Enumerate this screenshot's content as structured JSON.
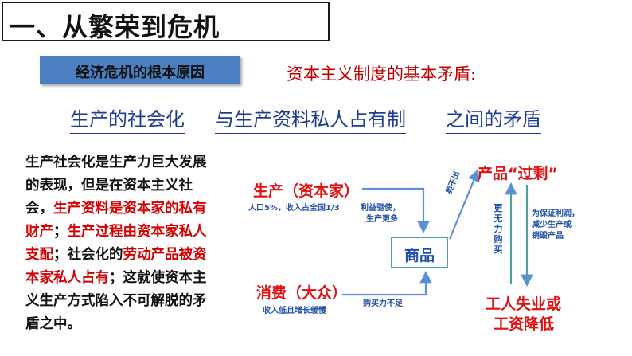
{
  "header": {
    "title": "一、从繁荣到危机"
  },
  "section_label": "经济危机的根本原因",
  "subtitle": "资本主义制度的基本矛盾:",
  "contradiction": {
    "part1": "生产的社会化",
    "part2": "与生产资料私人占有制",
    "part3": "之间的矛盾"
  },
  "paragraph": {
    "segments": [
      {
        "text": "生产社会化是生产力巨大发展的表现，但是在资本主义社会，",
        "red": false
      },
      {
        "text": "生产资料是资本家的私有财产",
        "red": true
      },
      {
        "text": "；",
        "red": false
      },
      {
        "text": "生产过程由资本家私人支配",
        "red": true
      },
      {
        "text": "；社会化的",
        "red": false
      },
      {
        "text": "劳动产品被资本家私人占有",
        "red": true
      },
      {
        "text": "；这就使资本主义生产方式陷入不可解脱的矛盾之中。",
        "red": false
      }
    ]
  },
  "diagram": {
    "production": "生产（资本家）",
    "production_note1": "人口5%，收入占全国1/3",
    "production_note2a": "利益驱使，",
    "production_note2b": "生产更多",
    "goods": "商品",
    "consumption": "消费（大众）",
    "consumption_note": "收入低且增长缓慢",
    "purchasing_power": "购买力不足",
    "sell_out": "卖不出",
    "surplus": "产品“过剩”",
    "no_money": "更无力购买",
    "profit_note1": "为保证利润，",
    "profit_note2": "减少生产或",
    "profit_note3": "销毁产品",
    "unemployment1": "工人失业或",
    "unemployment2": "工资降低"
  },
  "colors": {
    "title_border": "#1a1a1a",
    "label_bg": "#4a7fc1",
    "accent_red": "#c00000",
    "accent_blue": "#1f3d8f",
    "arrow_blue": "#5b8fd6",
    "box_teal": "#4aa39b"
  }
}
